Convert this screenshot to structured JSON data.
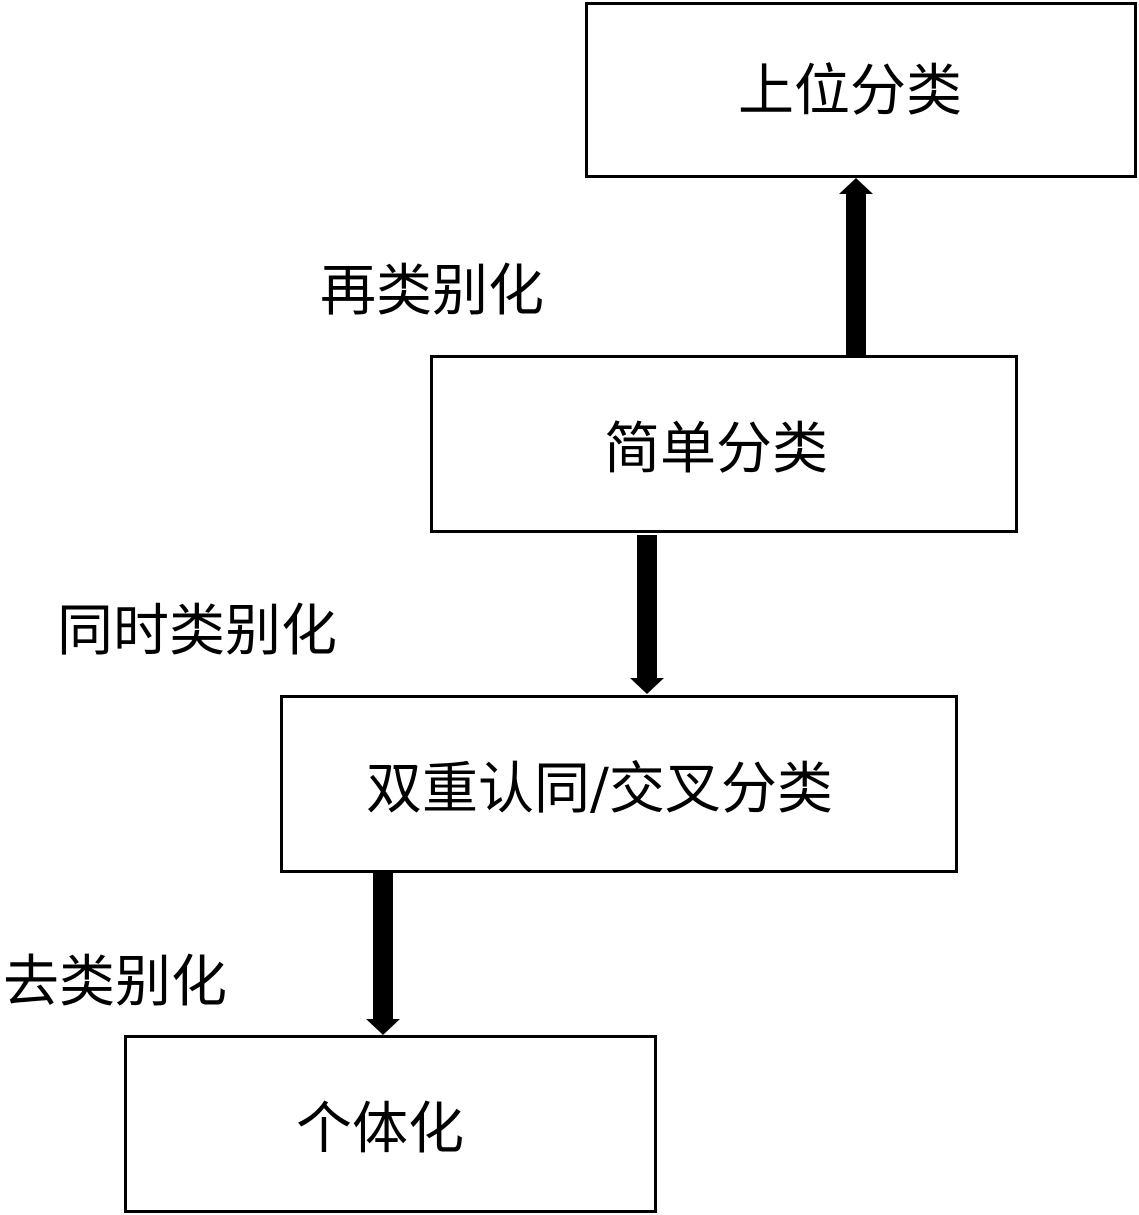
{
  "nodes": {
    "superordinate": "上位分类",
    "simple": "简单分类",
    "dual": "双重认同/交叉分类",
    "individual": "个体化"
  },
  "edges": {
    "recategorization": "再类别化",
    "simultaneous": "同时类别化",
    "decategorization": "去类别化"
  },
  "colors": {
    "stroke": "#000000",
    "background": "#ffffff"
  }
}
